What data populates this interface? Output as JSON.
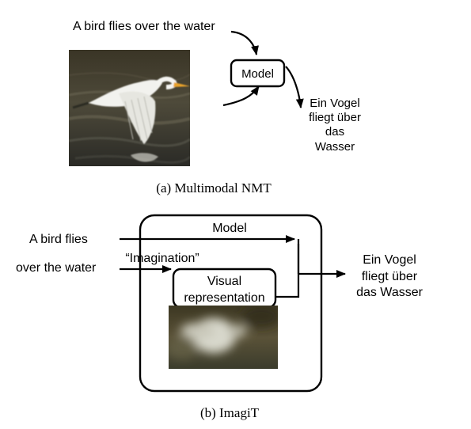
{
  "panel_a": {
    "input_text": "A bird flies over the water",
    "model_label": "Model",
    "output_lines": [
      "Ein Vogel",
      "fliegt über",
      "das",
      "Wasser"
    ],
    "caption": "(a)  Multimodal NMT",
    "image_desc": "great-egret-photo"
  },
  "panel_b": {
    "input_line1": "A bird flies",
    "input_line2": "over the water",
    "model_label": "Model",
    "imagination_label": "“Imagination”",
    "visual_rep_lines": [
      "Visual",
      "representation"
    ],
    "output_lines": [
      "Ein Vogel",
      "fliegt über",
      "das Wasser"
    ],
    "caption": "(b)  ImagiT",
    "image_desc": "blurry-bird-image"
  }
}
